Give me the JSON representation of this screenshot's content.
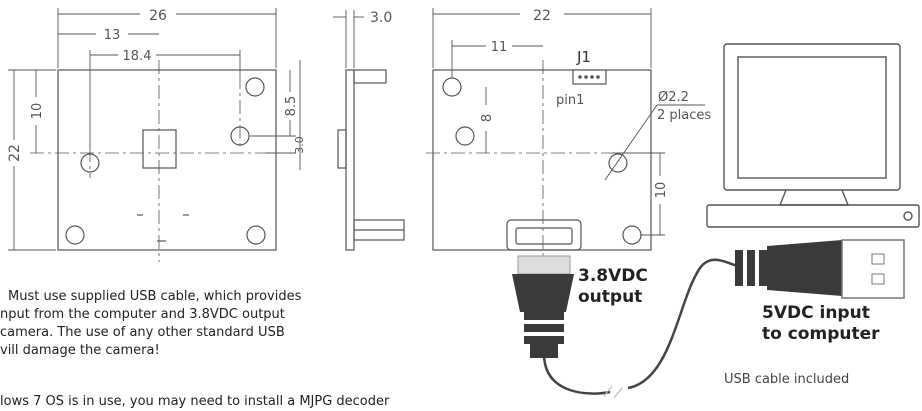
{
  "front_view": {
    "width": "26",
    "half_width": "13",
    "hole_offset": "18.4",
    "height": "22",
    "left_hole_height": "10",
    "right_hole_height": "8.5",
    "lens_offset": "3.0"
  },
  "side_view": {
    "thickness": "3.0"
  },
  "back_view": {
    "width": "22",
    "hole_offset": "11",
    "connector": "J1",
    "pin_label": "pin1",
    "hole_diameter": "Ø2.2",
    "hole_count": "2 places",
    "upper_hole_height": "8",
    "lower_hole_height": "10"
  },
  "labels": {
    "output": [
      "3.8VDC",
      "output"
    ],
    "input": [
      "5VDC input",
      "to computer"
    ],
    "cable": "USB cable included"
  },
  "notes": {
    "line1": "Must use supplied USB cable, which provides",
    "line2": "nput from the computer and 3.8VDC output",
    "line3": "camera. The use of any other standard USB",
    "line4": "vill damage the camera!",
    "line5": "lows 7 OS is in use, you may need to install a MJPG decoder"
  }
}
